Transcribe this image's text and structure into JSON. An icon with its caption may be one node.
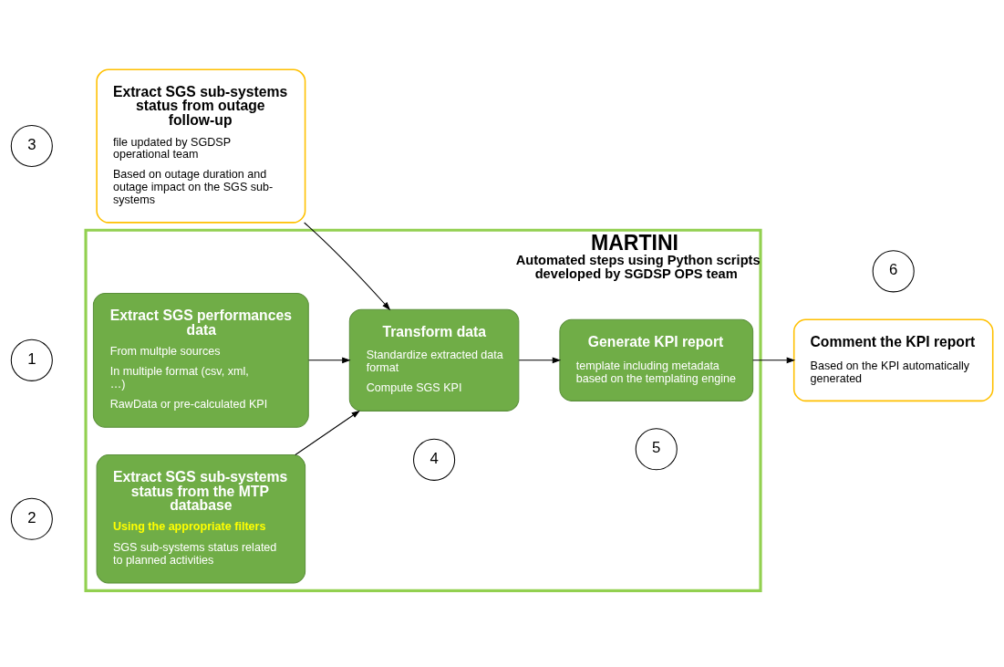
{
  "diagram": {
    "nodes": [
      {
        "text": [
          "MARTINI",
          "Automated steps using Python scripts developed by SGDSP OPS team"
        ]
      },
      {
        "text": [
          "1"
        ]
      },
      {
        "text": [
          "Extract SGS performances data",
          "From multple sources",
          "In multiple format (csv, xml, …)",
          "RawData or pre-calculated KPI"
        ],
        "in": 0
      },
      {
        "text": [
          "2"
        ]
      },
      {
        "text": [
          "Extract SGS sub-systems status from the MTP database",
          "Using the appropriate filters",
          "SGS sub-systems status related to planned activities"
        ],
        "in": 0
      },
      {
        "text": [
          "4"
        ],
        "in": 0
      },
      {
        "text": [
          "Transform data",
          "Standardize extracted data format",
          "Compute SGS KPI"
        ],
        "in": 0
      },
      {
        "text": [
          "5"
        ],
        "in": 0
      },
      {
        "text": [
          "Generate KPI report",
          "template including metadata based on the templating engine"
        ],
        "in": 0
      },
      {
        "text": [
          "6"
        ]
      },
      {
        "text": [
          "Comment the KPI report",
          "Based on the KPI automatically generated"
        ]
      },
      {
        "text": [
          "3"
        ]
      },
      {
        "text": [
          "Extract SGS sub-systems status from outage follow-up",
          "file updated by SGDSP operational team",
          "Based on outage duration and outage impact on the SGS sub-systems"
        ]
      }
    ],
    "edges": [
      {
        "from": 2,
        "to": 6,
        "arrow": "to"
      },
      {
        "from": 4,
        "to": 6,
        "arrow": "to"
      },
      {
        "from": 12,
        "to": 6,
        "arrow": "to"
      },
      {
        "from": 6,
        "to": 8,
        "arrow": "to"
      },
      {
        "from": 8,
        "to": 10,
        "arrow": "to"
      }
    ]
  }
}
